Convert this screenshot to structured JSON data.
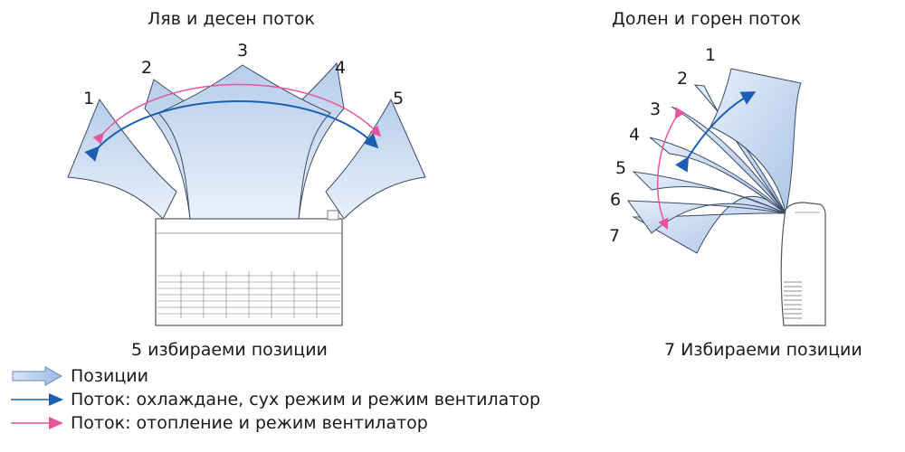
{
  "left": {
    "title": "Ляв и десен поток",
    "positions": [
      "1",
      "2",
      "3",
      "4",
      "5"
    ],
    "caption": "5 избираеми позиции"
  },
  "right": {
    "title": "Долен и горен поток",
    "positions": [
      "1",
      "2",
      "3",
      "4",
      "5",
      "6",
      "7"
    ],
    "caption": "7 Избираеми позиции"
  },
  "legend": [
    {
      "icon": "position-arrow-icon",
      "label": "Позиции"
    },
    {
      "icon": "blue-arrow-icon",
      "label": "Поток: охлаждане, сух режим и режим вентилатор"
    },
    {
      "icon": "pink-arrow-icon",
      "label": "Поток: отопление и режим вентилатор"
    }
  ],
  "colors": {
    "flow_fill": "#cfe0f4",
    "flow_stroke": "#3c4a66",
    "cooling_arrow": "#1a5fb4",
    "heating_arrow": "#e8559a"
  }
}
